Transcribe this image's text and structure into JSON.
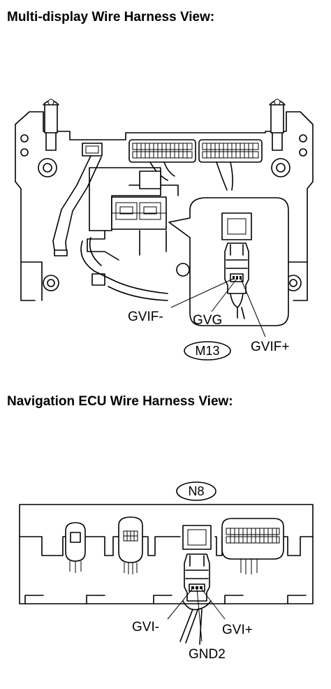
{
  "headings": {
    "multi_display": "Multi-display Wire Harness View:",
    "navigation_ecu": "Navigation ECU Wire Harness View:"
  },
  "connectors": {
    "multi_display": "M13",
    "navigation_ecu": "N8"
  },
  "terminals": {
    "multi_display": [
      "GVIF-",
      "GVG",
      "GVIF+"
    ],
    "navigation_ecu": [
      "GVI-",
      "GND2",
      "GVI+"
    ]
  }
}
